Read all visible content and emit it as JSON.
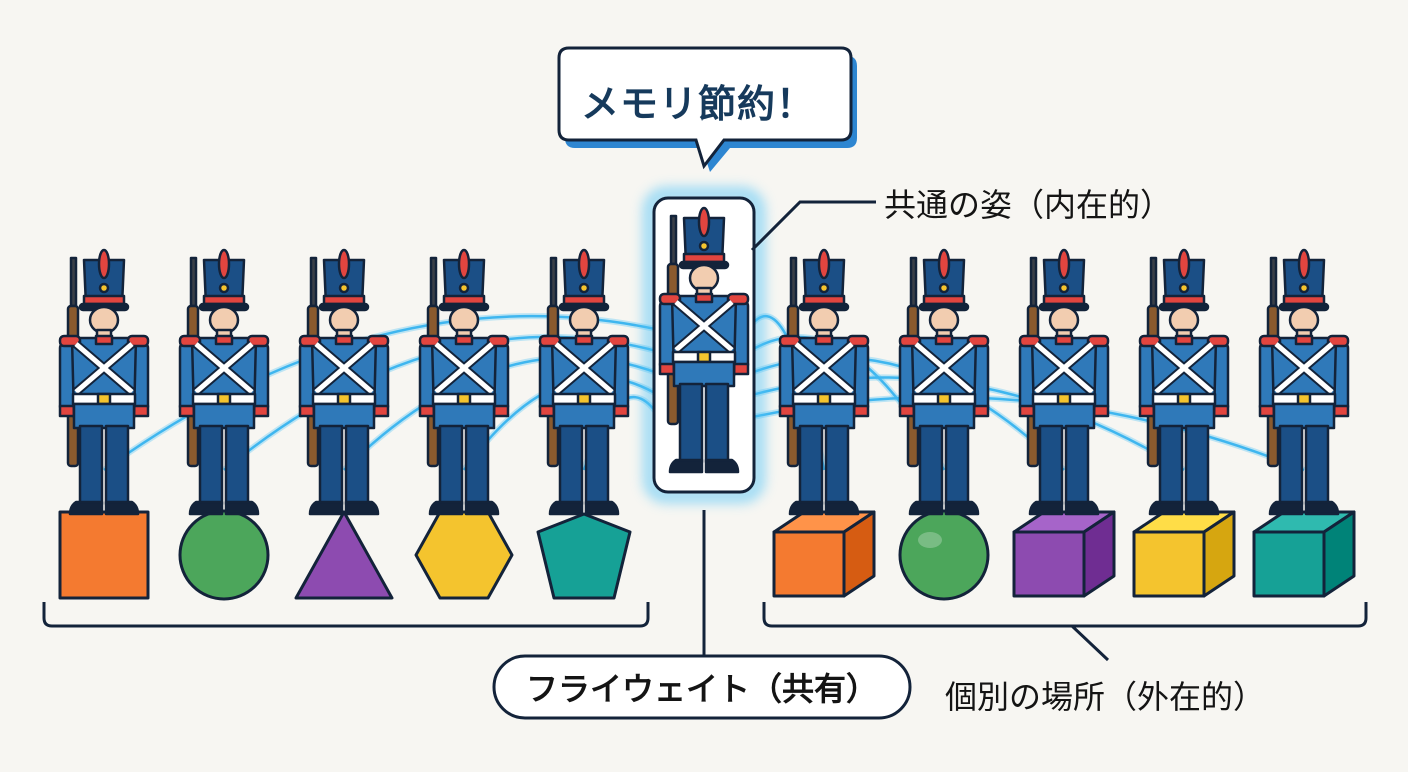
{
  "bubble": {
    "text": "メモリ節約！"
  },
  "labels": {
    "intrinsic": "共通の姿（内在的）",
    "extrinsic": "個別の場所（外在的）",
    "flyweight": "フライウェイト（共有）"
  },
  "colors": {
    "uniform": "#2f79b9",
    "uniform_dark": "#1b4f86",
    "accent_red": "#e2453f",
    "glow": "#4fc3f7",
    "orange": "#f47a30",
    "green": "#4ca65b",
    "purple": "#8d4bb0",
    "yellow": "#f4c42e",
    "teal": "#16a196"
  },
  "bases_flat": [
    "square",
    "circle",
    "triangle",
    "hexagon",
    "pentagon"
  ],
  "bases_3d": [
    "cube-orange",
    "sphere-green",
    "cube-purple",
    "cube-yellow",
    "cube-teal"
  ]
}
